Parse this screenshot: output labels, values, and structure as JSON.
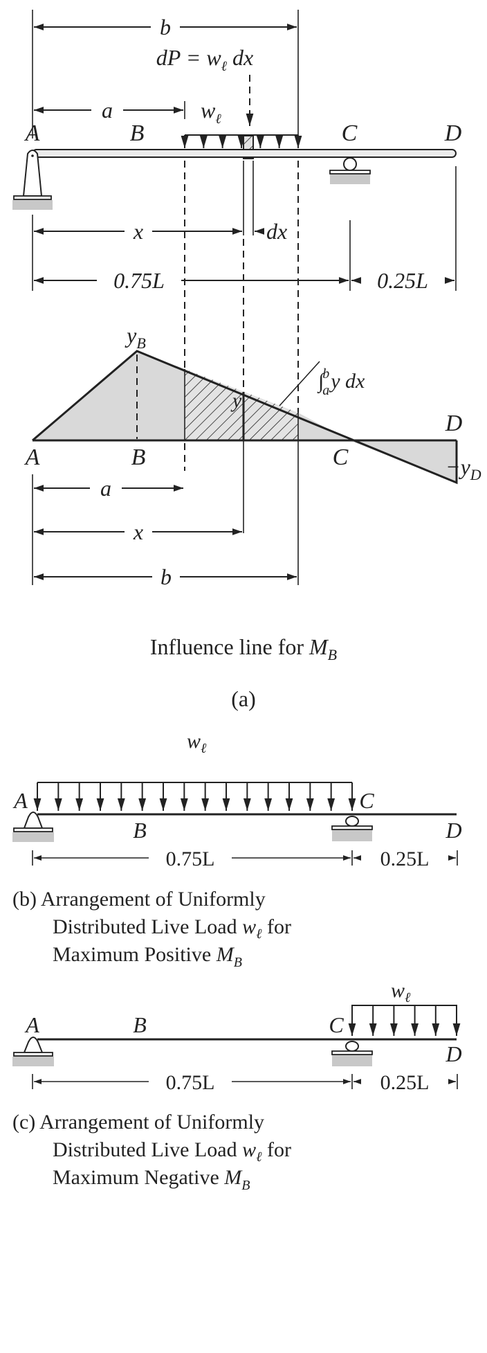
{
  "figure_a": {
    "dim_b_top": "b",
    "load_eq": {
      "lhs": "dP = w",
      "sub": "ℓ",
      "rhs": " dx"
    },
    "dim_a_top": "a",
    "load_label": {
      "main": "w",
      "sub": "ℓ"
    },
    "beam_points": [
      "A",
      "B",
      "C",
      "D"
    ],
    "dim_x_top": "x",
    "dim_dx": "dx",
    "span_ac": "0.75L",
    "span_cd": "0.25L",
    "il_peak_label": {
      "main": "y",
      "sub": "B"
    },
    "il_y_label": "y",
    "il_integral": {
      "sign": "∫",
      "upper": "b",
      "lower": "a",
      "body": "y dx"
    },
    "il_end_label": {
      "main": "−y",
      "sub": "D"
    },
    "il_points": [
      "A",
      "B",
      "C",
      "D"
    ],
    "dim_a_bottom": "a",
    "dim_x_bottom": "x",
    "dim_b_bottom": "b",
    "caption": {
      "main": "Influence line for ",
      "var": "M",
      "sub": "B"
    },
    "tag": "(a)"
  },
  "figure_b": {
    "load_label": {
      "main": "w",
      "sub": "ℓ"
    },
    "beam_points": [
      "A",
      "B",
      "C",
      "D"
    ],
    "span_ac": "0.75L",
    "span_cd": "0.25L",
    "caption": {
      "line1": "(b) Arrangement of Uniformly",
      "line2_pre": "Distributed Live Load ",
      "line2_var": "w",
      "line2_sub": "ℓ",
      "line2_post": " for",
      "line3_pre": "Maximum Positive ",
      "line3_var": "M",
      "line3_sub": "B"
    }
  },
  "figure_c": {
    "load_label": {
      "main": "w",
      "sub": "ℓ"
    },
    "beam_points": [
      "A",
      "B",
      "C",
      "D"
    ],
    "span_ac": "0.75L",
    "span_cd": "0.25L",
    "caption": {
      "line1": "(c) Arrangement of Uniformly",
      "line2_pre": "Distributed Live Load ",
      "line2_var": "w",
      "line2_sub": "ℓ",
      "line2_post": " for",
      "line3_pre": "Maximum Negative ",
      "line3_var": "M",
      "line3_sub": "B"
    }
  },
  "colors": {
    "ink": "#222222",
    "shade": "#d9d9d9",
    "ground": "#c8c8c8"
  }
}
